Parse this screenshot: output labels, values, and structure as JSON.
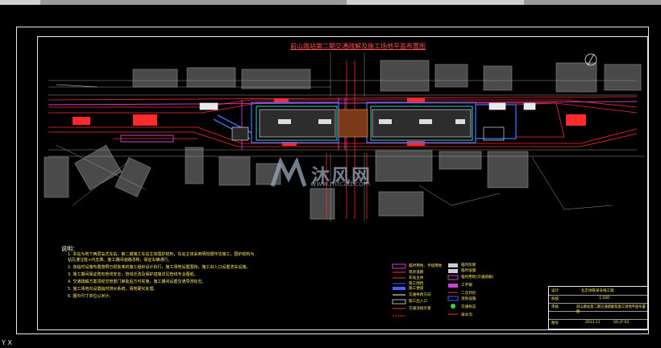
{
  "drawing": {
    "title": "前山路站第二期交通疏解及施工场地平面布置图",
    "notes_title": "说明：",
    "notes": [
      "1. 本站为地下两层岛式车站，第二期施工车站主体围护结构，车站主体采用明挖顺作法施工，围护结构为",
      "   钻孔灌注桩+内支撑。施工期间道路改移，保证车辆通行。",
      "2. 各临时设施布置按照已经批准的施工组织设计执行，施工场地设置围挡，施工出入口设置洗车设施。",
      "3. 施工期间保证既有管线安全，管线迁改及保护措施详见管线专业图纸。",
      "4. 交通疏解方案须经交管部门审批后方可实施，施工期间设置交通导改标志。",
      "5. 施工场地内设置临时排水系统，场地硬化处理。",
      "6. 图中尺寸单位以米计。"
    ],
    "legend": [
      {
        "label": "临时用地、手续用地",
        "color": "#c040c0"
      },
      {
        "label": "现状道路",
        "color": "#ff3030"
      },
      {
        "label": "车站主体",
        "color": "#ff3030"
      },
      {
        "label": "施工围挡",
        "color": "#4060ff"
      },
      {
        "label": "施工便道",
        "color": "#4060ff"
      },
      {
        "label": "交通导改方向",
        "color": "#ffffff"
      },
      {
        "label": "施工出入口",
        "color": "#ff3030"
      },
      {
        "label": "交通流线示意",
        "color": "#ff3030"
      },
      {
        "label": "临时房屋",
        "color": "#cccccc"
      },
      {
        "label": "临时设施",
        "color": "#cccccc"
      },
      {
        "label": "临时用地(交通疏解)",
        "color": "#c040c0"
      },
      {
        "label": "工字钢",
        "color": "#ff3030"
      },
      {
        "label": "二次开挖",
        "color": "#4060ff"
      },
      {
        "label": "消防设施",
        "color": "#3ad13a"
      },
      {
        "label": "交通标志",
        "color": "#ffffff"
      },
      {
        "label": "排水沟",
        "color": "#ff3030"
      }
    ],
    "title_block": {
      "project": "北京地铁某号线工程",
      "drawing_name": "前山路站第二期交通疏解及施工场地平面布置图",
      "designer": "设计",
      "checker": "校核",
      "approver": "审核",
      "scale": "1:500",
      "date": "2013.11",
      "sheet_no": "图号",
      "sheet_value": "SG-JT-02"
    }
  },
  "watermark": {
    "brand": "沐风网",
    "url": "www.mfcad.com"
  },
  "ui": {
    "ucs_label": "Y X"
  }
}
